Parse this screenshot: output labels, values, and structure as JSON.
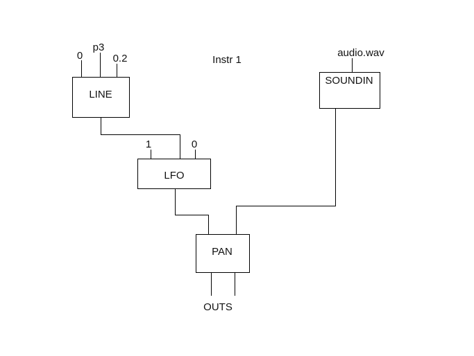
{
  "canvas": {
    "background": "#ffffff",
    "line_color": "#000000",
    "text_color": "#111111"
  },
  "title": "Instr 1",
  "diagram": {
    "type": "signal-flow-patch",
    "nodes": [
      {
        "id": "line",
        "label": "LINE",
        "inputs": [
          "0",
          "p3",
          "0.2"
        ]
      },
      {
        "id": "lfo",
        "label": "LFO",
        "inputs": [
          "1",
          "0"
        ]
      },
      {
        "id": "soundin",
        "label": "SOUNDIN",
        "inputs": [
          "audio.wav"
        ]
      },
      {
        "id": "pan",
        "label": "PAN",
        "inputs": [],
        "output_label": "OUTS"
      }
    ],
    "connections": [
      {
        "from": "line",
        "to": "lfo",
        "to_port": "top-middle"
      },
      {
        "from": "lfo",
        "to": "pan",
        "to_port": "top-left"
      },
      {
        "from": "soundin",
        "to": "pan",
        "to_port": "top-right"
      },
      {
        "from": "pan",
        "to": "OUTS",
        "channels": 2
      }
    ]
  }
}
